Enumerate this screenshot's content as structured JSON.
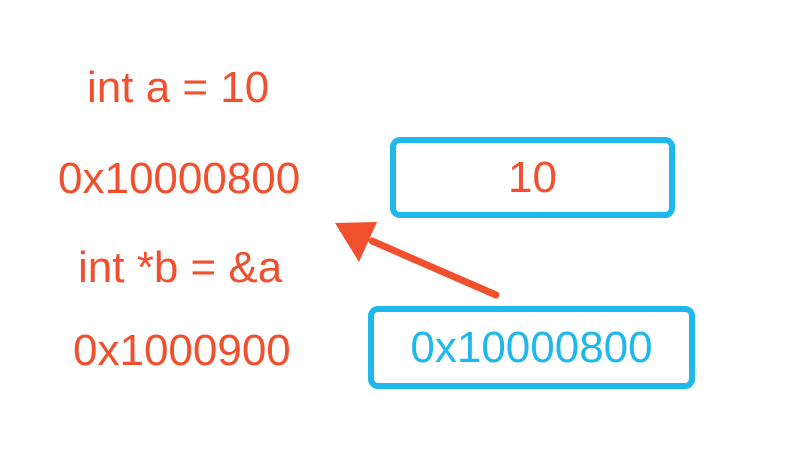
{
  "diagram": {
    "line1_label": "int a  = 10",
    "line2_label": "0x10000800",
    "line3_label": "int *b = &a",
    "line4_label": "0x1000900",
    "box_a_value": "10",
    "box_b_value": "0x10000800",
    "colors": {
      "label": "#f0502d",
      "box_border": "#1fb8ec",
      "box_a_text": "#f0502d",
      "box_b_text": "#1fb8ec",
      "arrow": "#f0502d"
    }
  }
}
